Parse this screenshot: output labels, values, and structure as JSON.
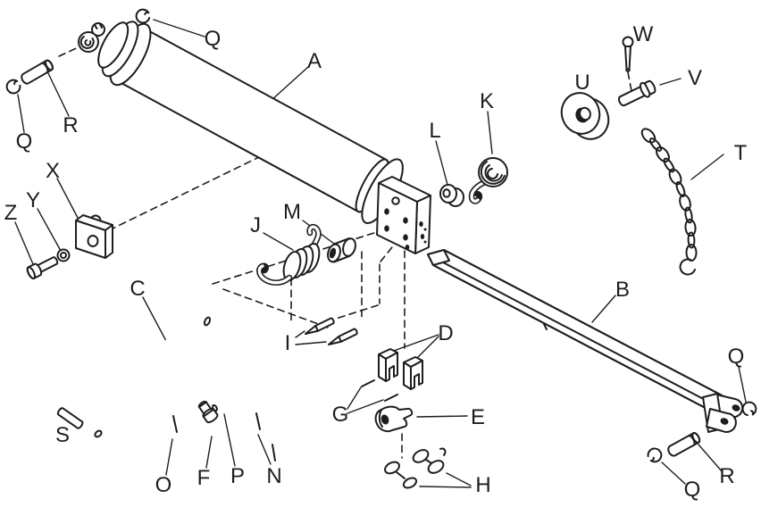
{
  "figure": {
    "background_color": "#ffffff",
    "line_color": "#1d1d1d",
    "labels": {
      "A": "A",
      "B": "B",
      "C": "C",
      "D": "D",
      "E": "E",
      "F": "F",
      "G": "G",
      "H": "H",
      "I": "I",
      "J": "J",
      "K": "K",
      "L": "L",
      "M": "M",
      "N": "N",
      "O": "O",
      "P": "P",
      "Q": "Q",
      "R": "R",
      "S": "S",
      "T": "T",
      "U": "U",
      "V": "V",
      "W": "W",
      "X": "X",
      "Y": "Y",
      "Z": "Z"
    }
  }
}
